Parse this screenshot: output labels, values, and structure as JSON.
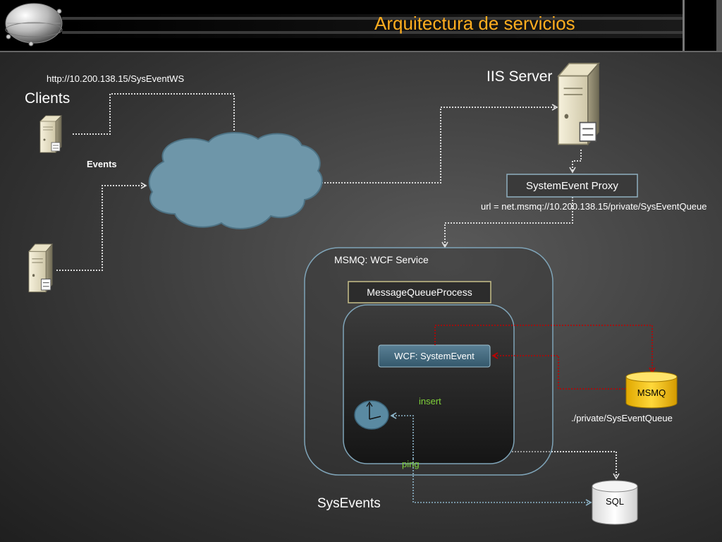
{
  "slide": {
    "title": "Arquitectura de servicios",
    "clients_label": "Clients",
    "client_url": "http://10.200.138.15/SysEventWS",
    "events_label": "Events",
    "iis_label": "IIS Server",
    "proxy_label": "SystemEvent Proxy",
    "proxy_url": "url = net.msmq://10.200.138.15/private/SysEventQueue",
    "wcf_service_label": "MSMQ: WCF Service",
    "process_label": "MessageQueueProcess",
    "system_event_label": "WCF: SystemEvent",
    "msmq_label": "MSMQ",
    "queue_path": "./private/SysEventQueue",
    "insert_label": "insert",
    "ping_label": "ping",
    "sysevents_label": "SysEvents",
    "sql_label": "SQL"
  },
  "colors": {
    "title": "#ffad1f",
    "accent_green": "#7fd13a",
    "cloud": "#6e96a9",
    "connector": "#d9d9d9",
    "msmq_flow": "#c00000",
    "ping_flow": "#8cb4c8",
    "msmq_cylinder": "#ffd400"
  },
  "icons": [
    "logo-sphere-icon",
    "server-icon",
    "cloud-icon",
    "clock-icon",
    "database-icon",
    "queue-cylinder-icon"
  ]
}
